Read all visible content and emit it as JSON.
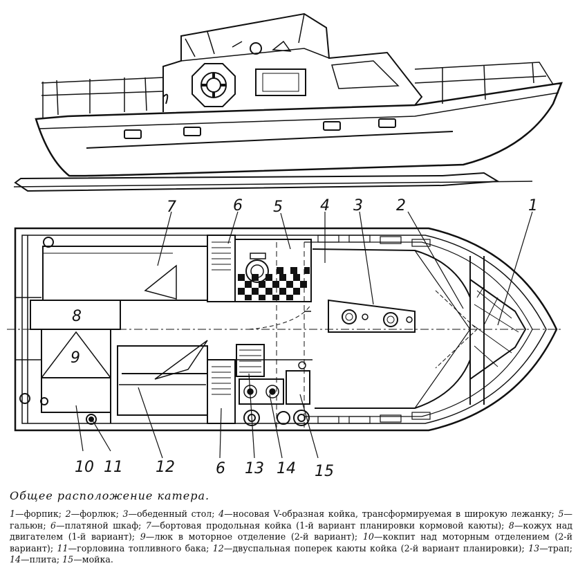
{
  "title": "Общее расположение катера.",
  "labels": [
    "1",
    "2",
    "3",
    "4",
    "5",
    "6",
    "7",
    "8",
    "9",
    "10",
    "11",
    "12",
    "6",
    "13",
    "14",
    "15"
  ],
  "legend": [
    {
      "num": "1",
      "text": "—форпик;"
    },
    {
      "num": "2",
      "text": "—форлюк;"
    },
    {
      "num": "3",
      "text": "—обеденный стол;"
    },
    {
      "num": "4",
      "text": "—носовая V-образная койка, трансформируемая в широкую лежанку;"
    },
    {
      "num": "5",
      "text": "—гальюн;"
    },
    {
      "num": "6",
      "text": "—платяной шкаф;"
    },
    {
      "num": "7",
      "text": "—бортовая продольная койка (1-й вариант планировки кормовой каюты);"
    },
    {
      "num": "8",
      "text": "—кожух над двигателем (1-й вариант);"
    },
    {
      "num": "9",
      "text": "—люк в моторное отделение (2-й вариант);"
    },
    {
      "num": "10",
      "text": "—кокпит над моторным отделением (2-й вариант);"
    },
    {
      "num": "11",
      "text": "—горловина топливного бака;"
    },
    {
      "num": "12",
      "text": "—двуспальная поперек каюты койка (2-й вариант планировки);"
    },
    {
      "num": "13",
      "text": "—трап;"
    },
    {
      "num": "14",
      "text": "—плита;"
    },
    {
      "num": "15",
      "text": "—мойка."
    }
  ]
}
